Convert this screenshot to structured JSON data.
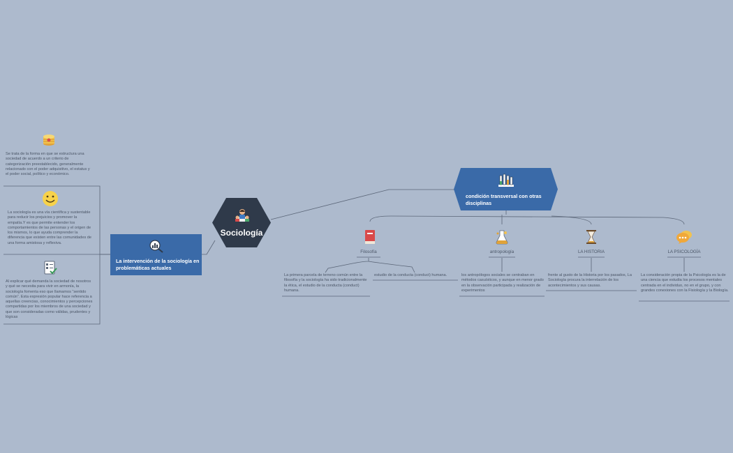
{
  "central": {
    "title": "Sociología",
    "icon": "teacher-students-icon"
  },
  "left_branch": {
    "title": "La intervención de la sociología en problemáticas actuales",
    "icon": "chart-magnifier-icon",
    "notes": [
      {
        "icon": "coin-stack-icon",
        "text": "Se trata de la forma en que se estructura una sociedad de acuerdo a un criterio de categorización preestablecido, generalmente relacionado con el poder adquisitivo, el estatus y el poder social, político y económico."
      },
      {
        "icon": "smiley-face-icon",
        "text": "La sociología es una vía científica y sustentable para reducir los prejuicios y promover la empatía.Y es que permite entender los comportamientos de las personas y el origen de los mismos, lo que ayuda comprender la diferencia que existen entre las comunidades de una forma amistosa y reflexiva."
      },
      {
        "icon": "checklist-icon",
        "text": "Al explicar qué demanda la sociedad de nosotros y qué se necesita para vivir en armonía, la sociología fomenta eso que llamamos “sentido común”. Esta expresión popular hace referencia a aquellas creencias, conocimientos y percepciones compartidas por los miembros de una sociedad y que son consideradas como válidas, prudentes y lógicas"
      }
    ]
  },
  "right_branch": {
    "title": "condición transversal con otras disciplinas",
    "icon": "lab-equipment-icon",
    "topics": [
      {
        "label": "Filosofía",
        "icon": "red-book-icon",
        "notes": [
          "La primera parcela de terreno común entre la filosofía y la sociología ha sido tradicionalmente la ética, el estudio de la conducta (conduct) humana.",
          "estudio de la conducta (conduct) humana."
        ]
      },
      {
        "label": "antropología",
        "icon": "flask-icon",
        "notes": [
          "los antropólogos sociales se centraban en métodos casuísticos, y aunque en menor grado en la observación participada y realización de experimentos"
        ]
      },
      {
        "label": "LA HISTORIA",
        "icon": "hourglass-icon",
        "notes": [
          "frente al gusto de la Historia por los pasados, La Sociología procura la interrelación de los acontecimientos y sus causas."
        ]
      },
      {
        "label": "LA PSICOLOGÍA",
        "icon": "speech-bubbles-icon",
        "notes": [
          "La consideración propia de la Psicología es la de una ciencia que estudia los procesos mentales centrada en el individuo, no en el grupo, y con grandes conexiones con la Fisiología y la Biología."
        ]
      }
    ]
  },
  "colors": {
    "background": "#adbacd",
    "central": "#2f3a4a",
    "branch": "#3a6aa8",
    "line": "#5b6678",
    "text": "#4a5566"
  }
}
